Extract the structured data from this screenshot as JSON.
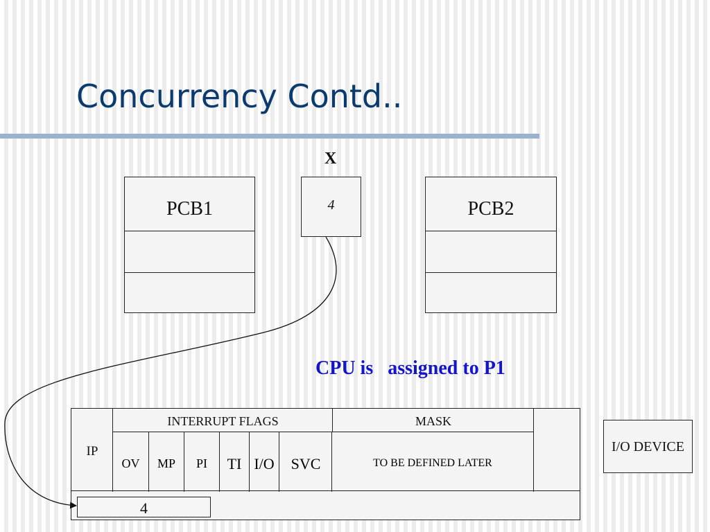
{
  "slide": {
    "title": "Concurrency Contd..",
    "accent_color": "#0b3a6e",
    "rule_color": "#9bb2cc"
  },
  "diagram": {
    "pcb1": {
      "label": "PCB1"
    },
    "pcb2": {
      "label": "PCB2"
    },
    "x_register": {
      "label": "X",
      "value": "4"
    },
    "status": {
      "text": "CPU is   assigned to P1",
      "color": "#1414c8"
    },
    "cpu_register": {
      "ip": "IP",
      "interrupt_flags": "INTERRUPT FLAGS",
      "mask": "MASK",
      "flags": [
        "OV",
        "MP",
        "PI",
        "TI",
        "I/O",
        "SVC"
      ],
      "mask_note": "TO BE DEFINED LATER",
      "ip_value": "4"
    },
    "io_device": {
      "label": "I/O DEVICE"
    },
    "arrow": {
      "from": "x_register",
      "to": "ip_value",
      "icon": "curved-arrow"
    }
  }
}
